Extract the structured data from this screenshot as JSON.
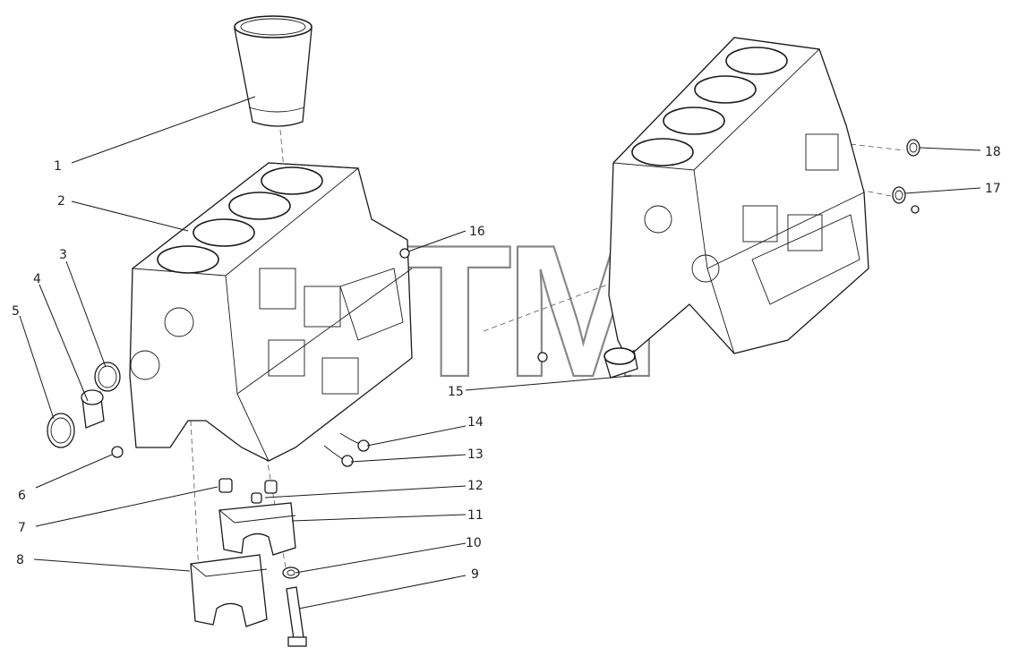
{
  "watermark": "BTM",
  "callouts": [
    {
      "id": "1",
      "label": "1"
    },
    {
      "id": "2",
      "label": "2"
    },
    {
      "id": "3",
      "label": "3"
    },
    {
      "id": "4",
      "label": "4"
    },
    {
      "id": "5",
      "label": "5"
    },
    {
      "id": "6",
      "label": "6"
    },
    {
      "id": "7",
      "label": "7"
    },
    {
      "id": "8",
      "label": "8"
    },
    {
      "id": "9",
      "label": "9"
    },
    {
      "id": "10",
      "label": "10"
    },
    {
      "id": "11",
      "label": "11"
    },
    {
      "id": "12",
      "label": "12"
    },
    {
      "id": "13",
      "label": "13"
    },
    {
      "id": "14",
      "label": "14"
    },
    {
      "id": "15",
      "label": "15"
    },
    {
      "id": "16",
      "label": "16"
    },
    {
      "id": "17",
      "label": "17"
    },
    {
      "id": "18",
      "label": "18"
    }
  ]
}
